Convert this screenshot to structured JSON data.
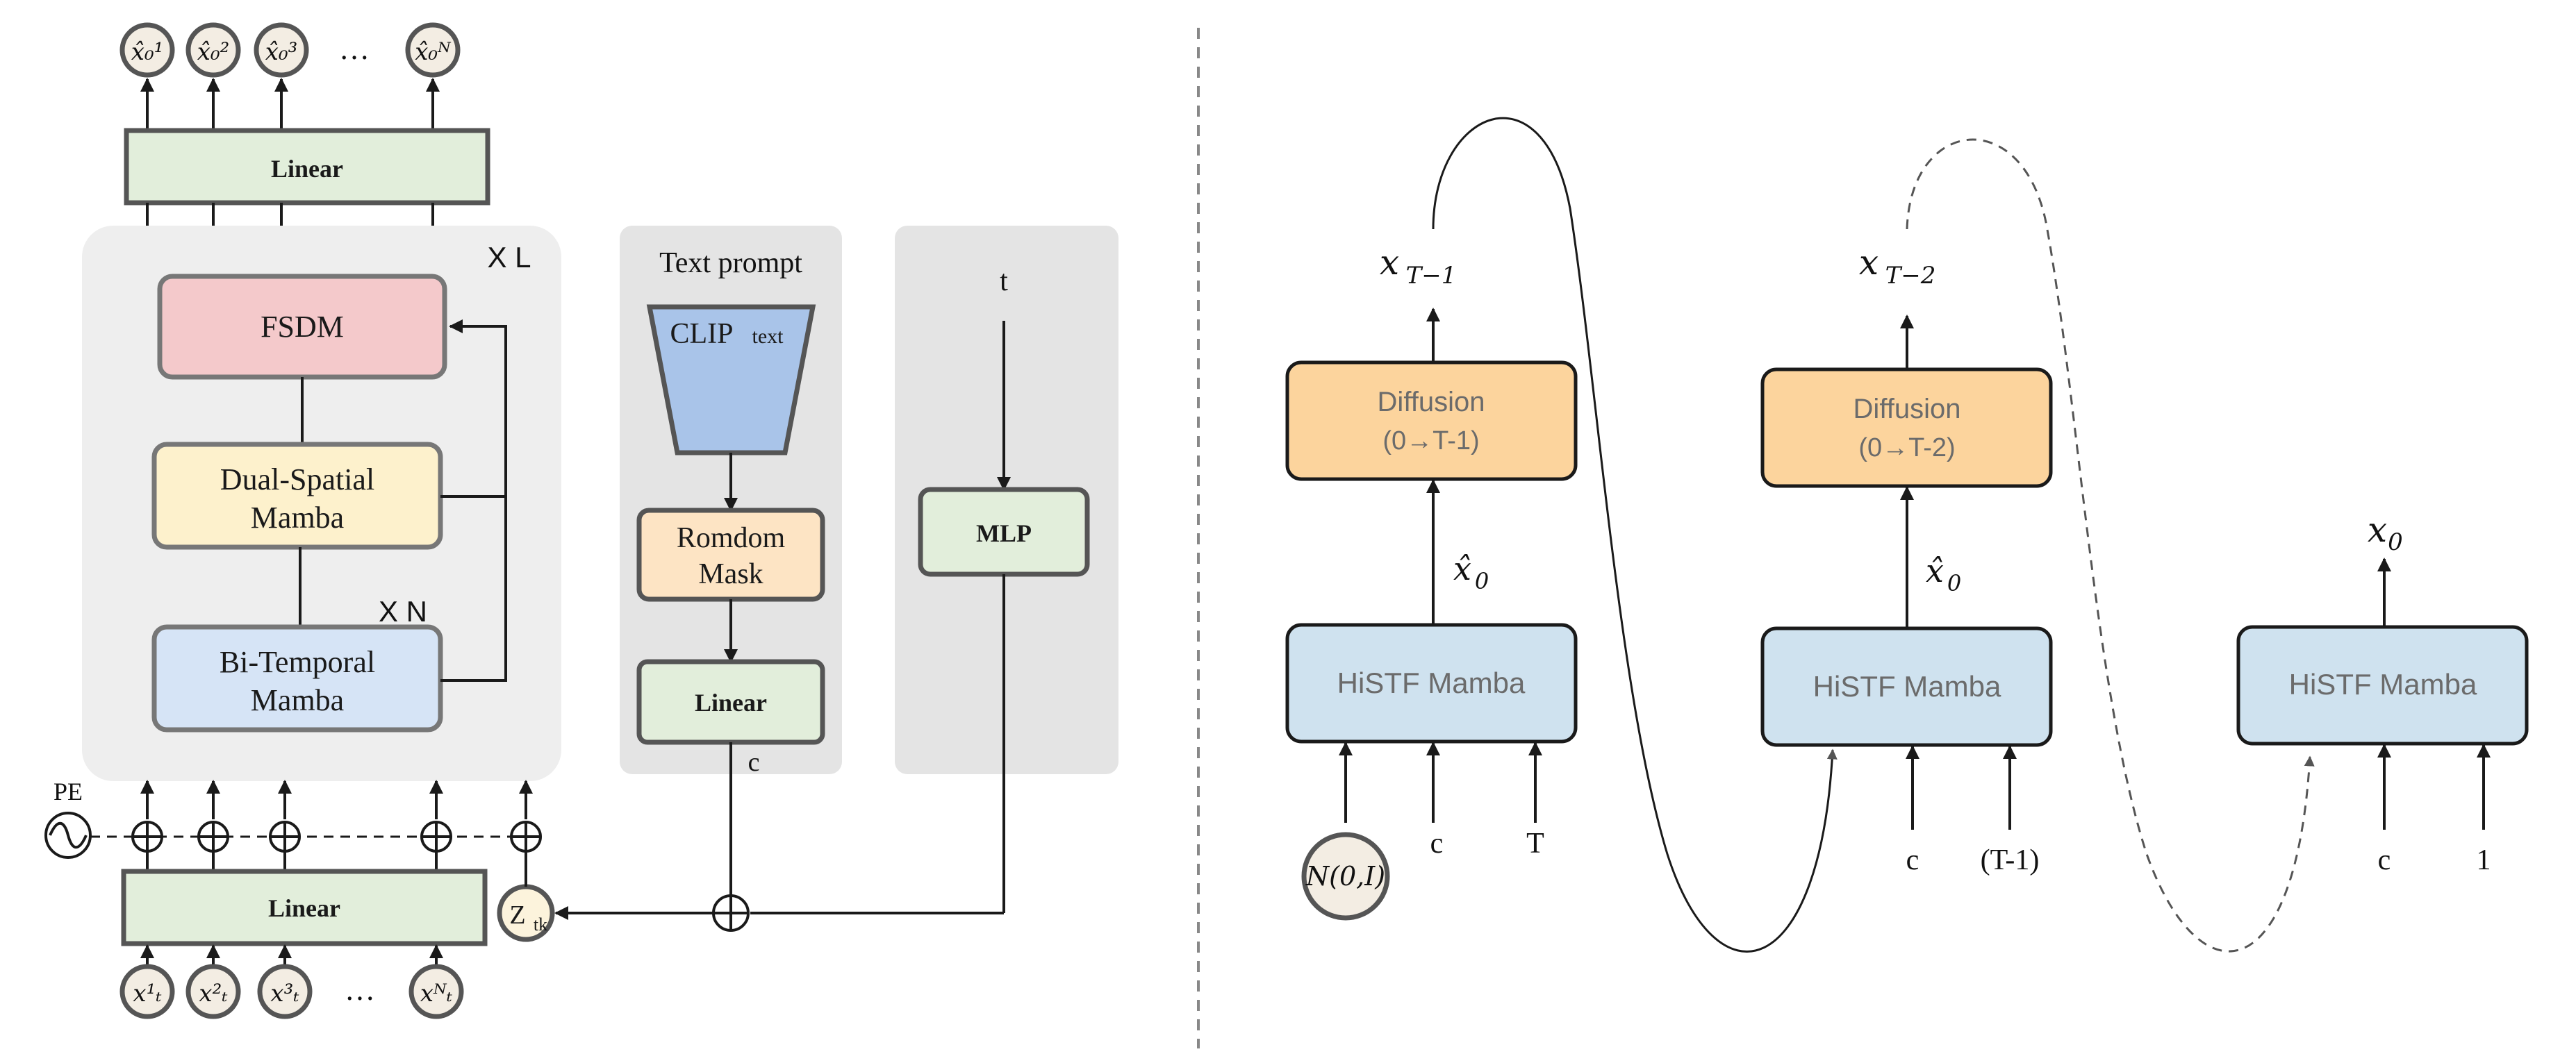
{
  "colors": {
    "linear_fill": "#e2eedb",
    "fsdm_fill": "#f4c9cb",
    "dual_fill": "#fdf1cc",
    "bitemporal_fill": "#d6e4f6",
    "clip_fill": "#a9c4e9",
    "mask_fill": "#fde4c4",
    "diffusion_fill": "#fcd49d",
    "histf_fill": "#cfe2ef",
    "panel_fill": "#eeeeee",
    "side_panel_fill": "#e4e4e4",
    "token_fill": "#f3ede3",
    "zt_fill": "#fcf3dc",
    "stroke": "#555555"
  },
  "left": {
    "outputs": [
      "x̂₀¹",
      "x̂₀²",
      "x̂₀³",
      "…",
      "x̂₀ᴺ"
    ],
    "linear_top": "Linear",
    "repeat_L": "X L",
    "repeat_N": "X N",
    "fsdm": "FSDM",
    "dual_spatial": [
      "Dual-Spatial",
      "Mamba"
    ],
    "bi_temporal": [
      "Bi-Temporal",
      "Mamba"
    ],
    "text_prompt": "Text prompt",
    "clip_main": "CLIP",
    "clip_sub": "text",
    "random_mask": [
      "Romdom",
      "Mask"
    ],
    "linear_text": "Linear",
    "c_label": "c",
    "t_label": "t",
    "mlp": "MLP",
    "pe": "PE",
    "linear_bottom": "Linear",
    "zt_main": "Z",
    "zt_sub": "tk",
    "inputs": [
      "x¹ₜ",
      "x²ₜ",
      "x³ₜ",
      "…",
      "xᴺₜ"
    ]
  },
  "right": {
    "stage1": {
      "out": "x",
      "out_sub": "T−1",
      "diffusion": [
        "Diffusion",
        "(0→T-1)"
      ],
      "x0hat": "x̂",
      "x0hat_sub": "0",
      "mamba": "HiSTF Mamba",
      "noise": "N(0,I)",
      "c": "c",
      "t": "T"
    },
    "stage2": {
      "out": "x",
      "out_sub": "T−2",
      "diffusion": [
        "Diffusion",
        "(0→T-2)"
      ],
      "x0hat": "x̂",
      "x0hat_sub": "0",
      "mamba": "HiSTF Mamba",
      "c": "c",
      "t": "(T-1)"
    },
    "stage3": {
      "out": "x",
      "out_sub": "0",
      "mamba": "HiSTF Mamba",
      "c": "c",
      "t": "1"
    }
  }
}
